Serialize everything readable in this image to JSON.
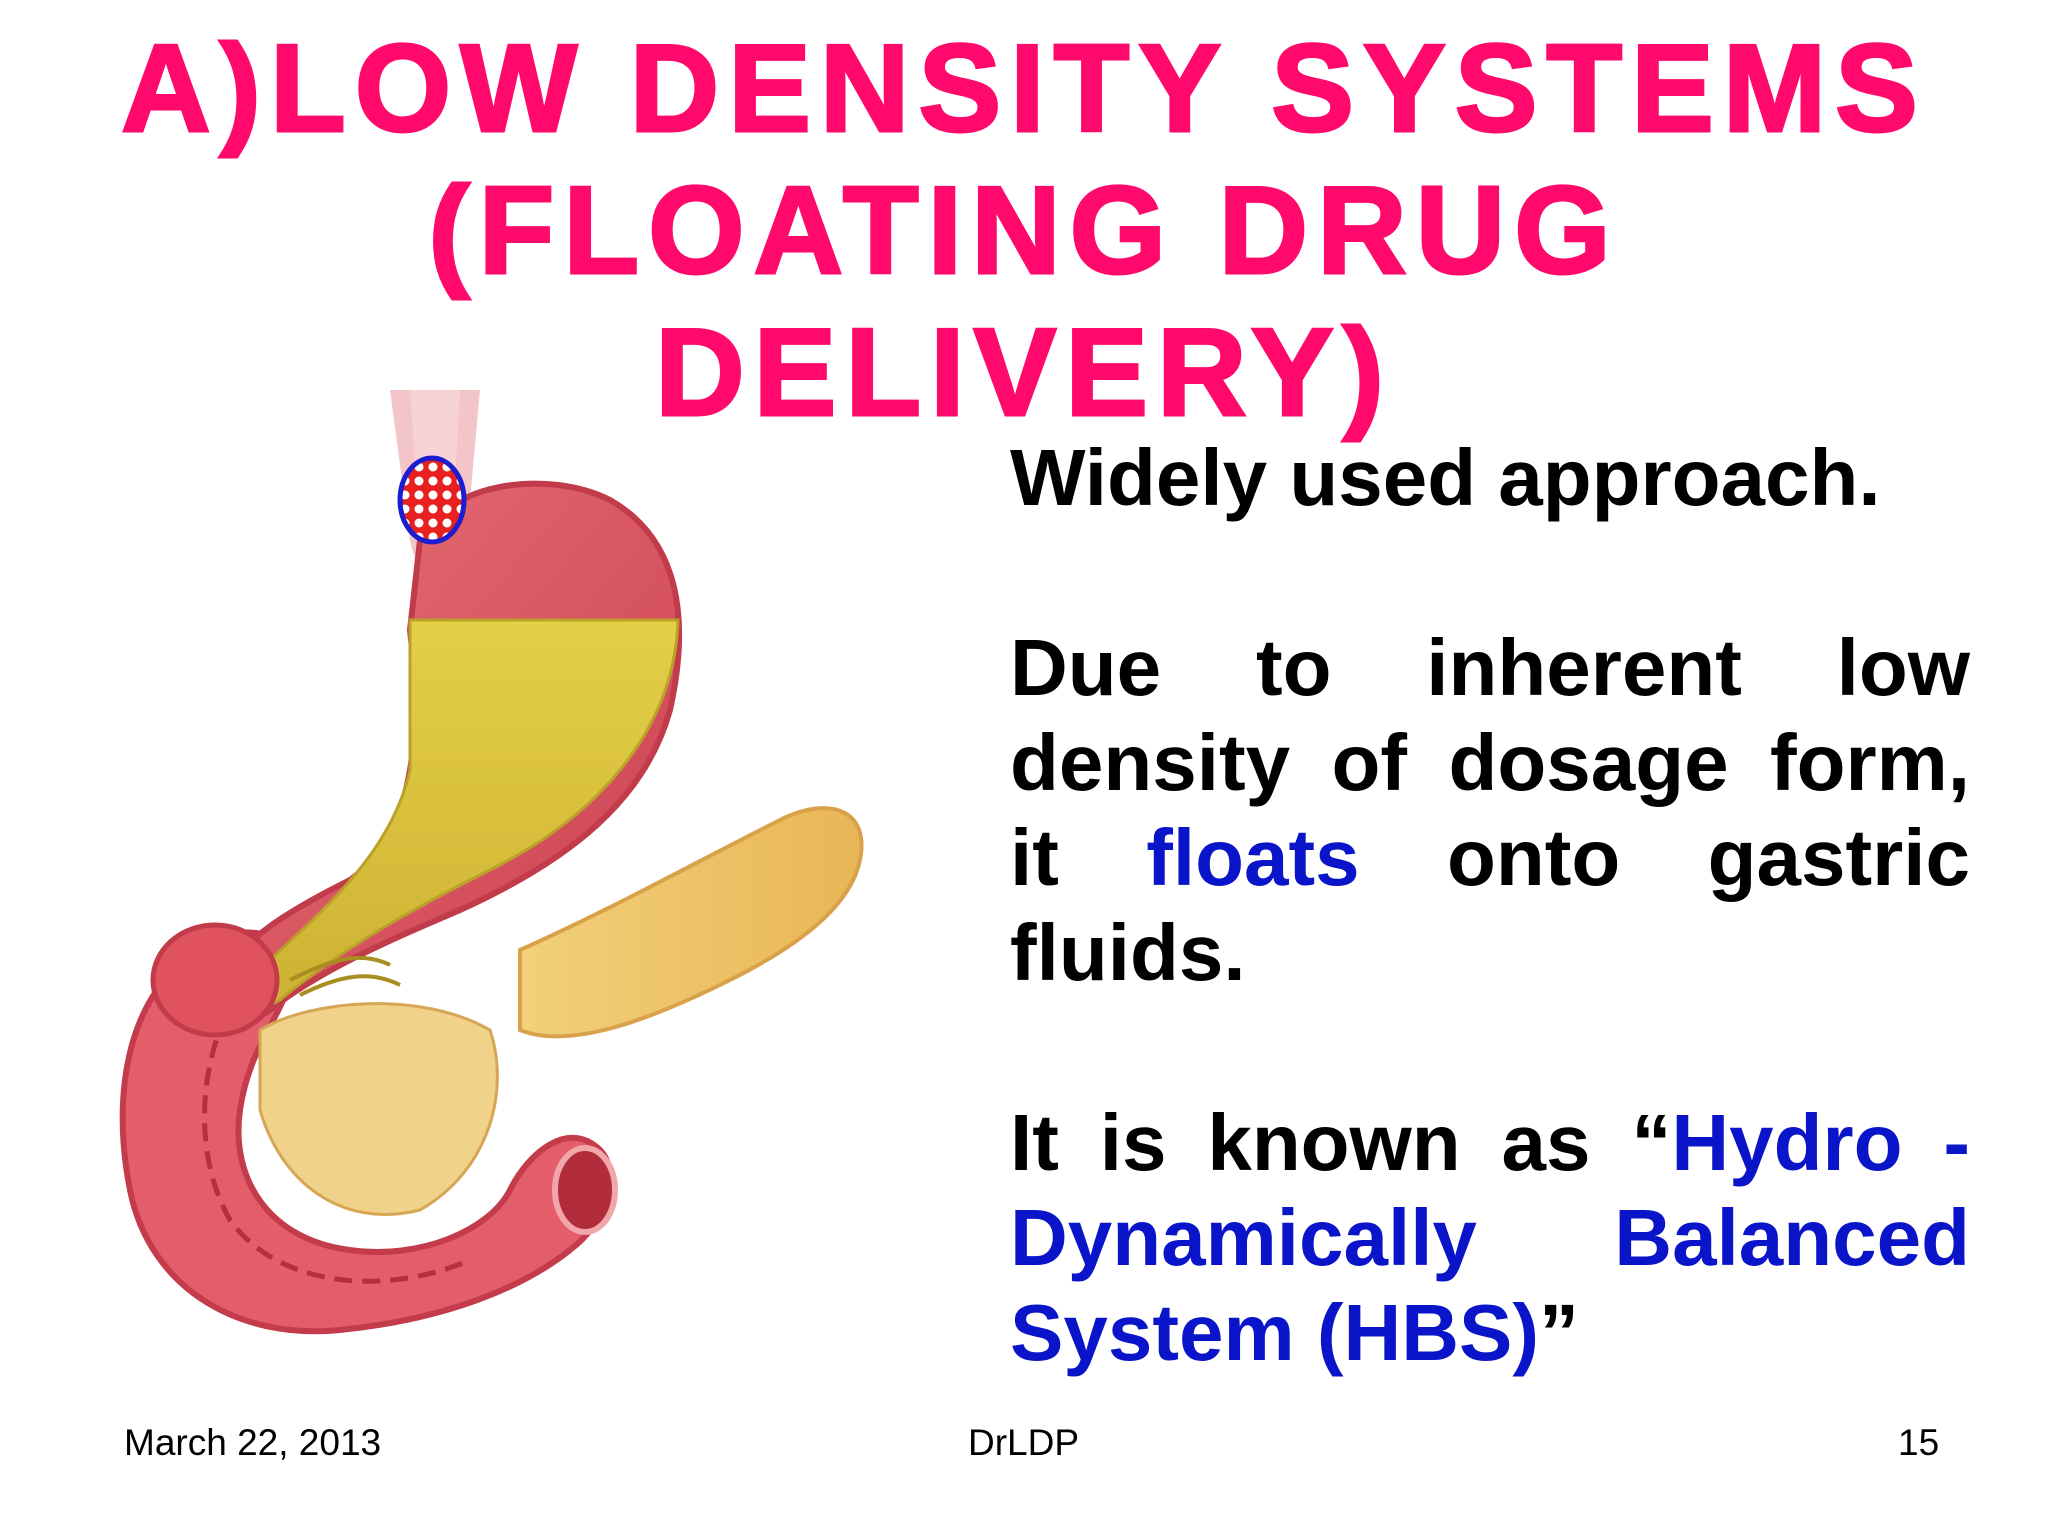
{
  "slide": {
    "title_lines": [
      "A)LOW DENSITY SYSTEMS",
      "(FLOATING DRUG",
      "DELIVERY)"
    ],
    "body": {
      "p1": "Widely used approach.",
      "p2_a": "Due to inherent low density of dosage form, it ",
      "p2_highlight": "floats",
      "p2_b": " onto gastric fluids.",
      "p3_a": "It is known as “",
      "p3_highlight": "Hydro - Dynamically Balanced System (HBS)",
      "p3_b": "”"
    },
    "footer": {
      "date": "March 22, 2013",
      "author": "DrLDP",
      "page": "15"
    },
    "colors": {
      "title": "#ff0a6c",
      "highlight": "#0a14c8",
      "gastric_fluid": "#d9c23a",
      "stomach": "#d8505c",
      "dosage_form_border": "#1c1cd0",
      "dosage_form_fill": "#e02020"
    },
    "illustration": {
      "subject": "stomach-with-floating-dosage-form"
    }
  }
}
